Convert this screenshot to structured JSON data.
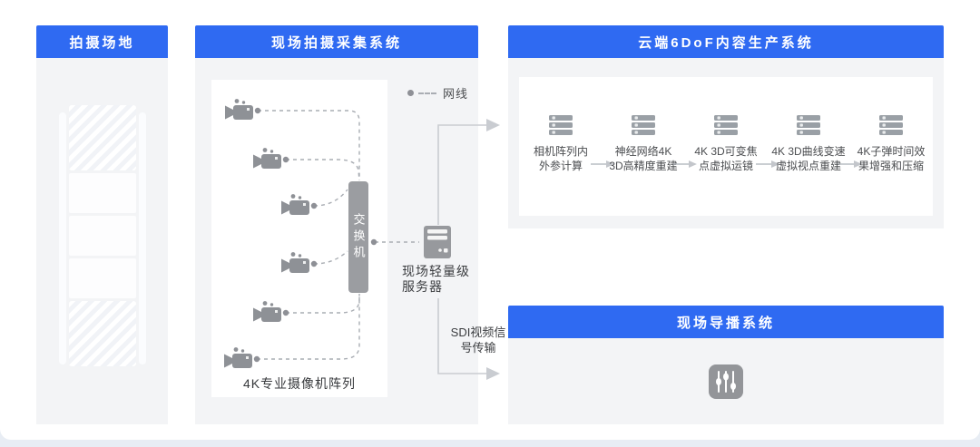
{
  "venue": {
    "title": "拍摄场地"
  },
  "capture": {
    "title": "现场拍摄采集系统",
    "legend_label": "网线",
    "switch_label": "交换机",
    "camera_array_label": "4K专业摄像机阵列",
    "server_label": {
      "line1": "现场轻量级",
      "line2": "服务器"
    }
  },
  "cloud": {
    "title": "云端6DoF内容生产系统",
    "steps": [
      {
        "line1": "相机阵列内",
        "line2": "外参计算"
      },
      {
        "line1": "神经网络4K",
        "line2": "3D高精度重建"
      },
      {
        "line1": "4K 3D可变焦",
        "line2": "点虚拟运镜"
      },
      {
        "line1": "4K 3D曲线变速",
        "line2": "虚拟视点重建"
      },
      {
        "line1": "4K子弹时间效",
        "line2": "果增强和压缩"
      }
    ]
  },
  "director": {
    "title": "现场导播系统"
  },
  "connections": {
    "sdi_label": {
      "line1": "SDI视频信",
      "line2": "号传输"
    }
  },
  "icons": {
    "camera": "video-camera-icon",
    "switch": "network-switch-bar",
    "tower_server": "tower-server-icon",
    "rack_server": "rack-server-icon",
    "mixer": "fader-mixer-icon",
    "net_dot": "network-cable-dot"
  },
  "colors": {
    "accent_blue": "#2f6af2",
    "panel_bg": "#f3f4f6",
    "icon_gray": "#8e9196",
    "connector_gray": "#c9ccd1",
    "dashed_gray": "#a9adb3",
    "page_bg": "#e8edf4"
  }
}
